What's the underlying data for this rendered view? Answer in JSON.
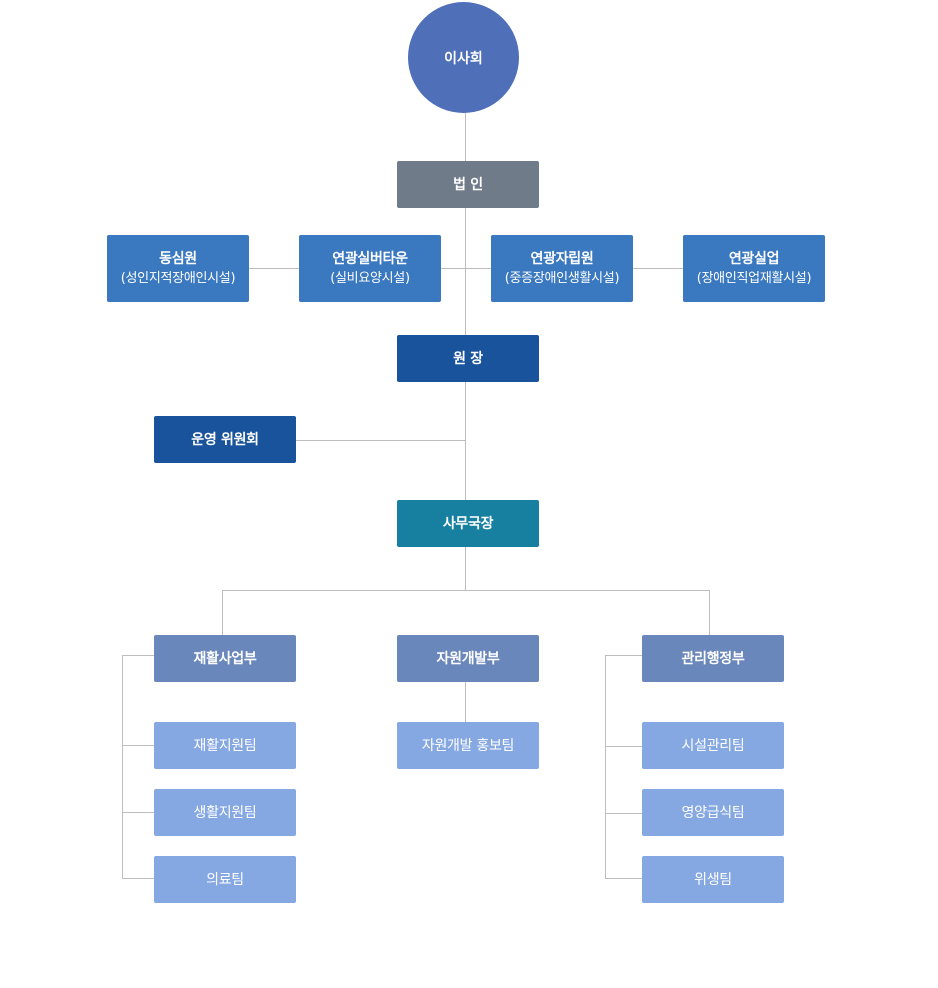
{
  "board": {
    "label": "이사회"
  },
  "corporation": {
    "label": "법 인"
  },
  "facilities": [
    {
      "name": "동심원",
      "sub": "(성인지적장애인시설)"
    },
    {
      "name": "연광실버타운",
      "sub": "(실비요양시설)"
    },
    {
      "name": "연광자립원",
      "sub": "(중증장애인생활시설)"
    },
    {
      "name": "연광실업",
      "sub": "(장애인직업재활시설)"
    }
  ],
  "director": {
    "label": "원 장"
  },
  "committee": {
    "label": "운영 위원회"
  },
  "secretary": {
    "label": "사무국장"
  },
  "departments": [
    {
      "label": "재활사업부",
      "teams": [
        "재활지원팀",
        "생활지원팀",
        "의료팀"
      ]
    },
    {
      "label": "자원개발부",
      "teams": [
        "자원개발 홍보팀"
      ]
    },
    {
      "label": "관리행정부",
      "teams": [
        "시설관리팀",
        "영양급식팀",
        "위생팀"
      ]
    }
  ],
  "colors": {
    "board": "#4f6fb8",
    "corporation": "#707b8a",
    "facility": "#3a78c0",
    "director": "#19539b",
    "secretary": "#177f9f",
    "department": "#6a87bb",
    "team": "#85a8e2",
    "connector": "#bdbdbd"
  }
}
